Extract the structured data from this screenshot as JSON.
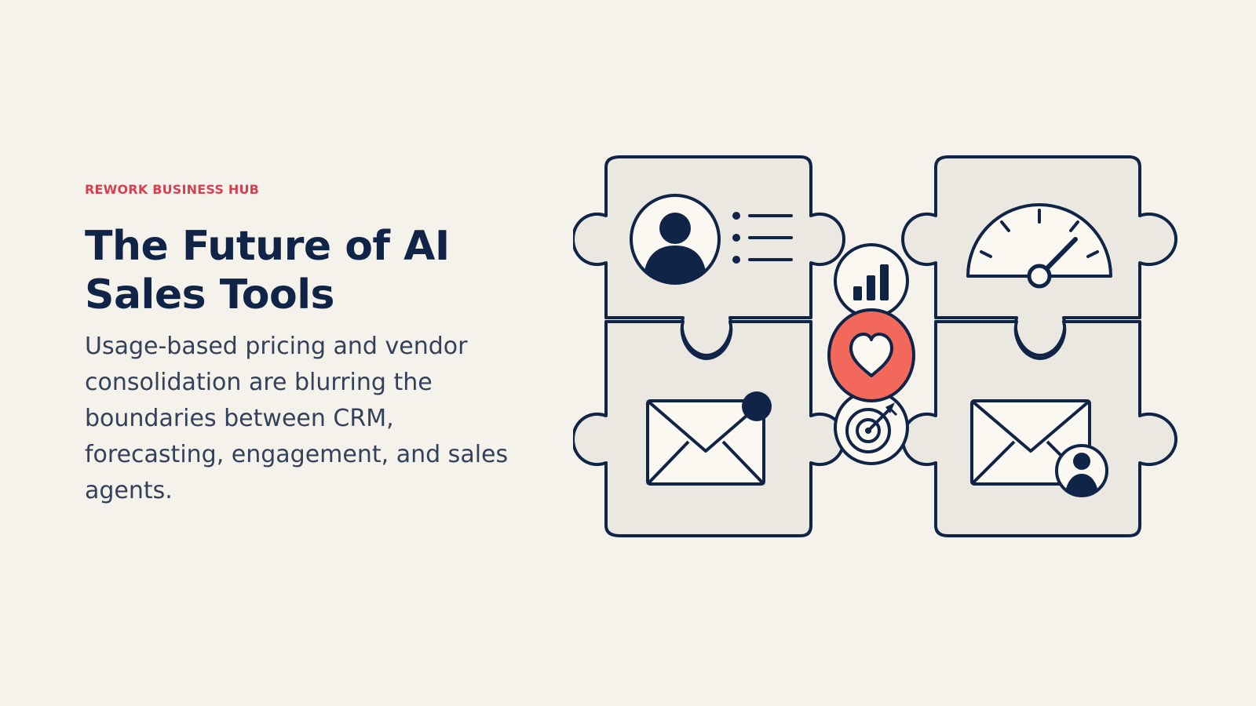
{
  "hero": {
    "eyebrow": "REWORK BUSINESS HUB",
    "title": "The Future of AI Sales Tools",
    "subtitle": "Usage-based pricing and vendor consolidation are blurring the boundaries between CRM, forecasting, engagement, and sales agents."
  },
  "illustration": {
    "pieces": [
      {
        "name": "crm-contact",
        "icon": "contact-card-icon"
      },
      {
        "name": "forecasting",
        "icon": "speedometer-icon"
      },
      {
        "name": "engagement-email",
        "icon": "email-notification-icon"
      },
      {
        "name": "agent-email",
        "icon": "email-contact-icon"
      }
    ],
    "center_badges": [
      "bar-chart-icon",
      "heart-icon",
      "target-icon"
    ],
    "colors": {
      "outline": "#0f2447",
      "piece_fill": "#ebe7e1",
      "icon_fill": "#fbf7f1",
      "accent": "#f2695c",
      "background": "#f5f1eb"
    }
  }
}
